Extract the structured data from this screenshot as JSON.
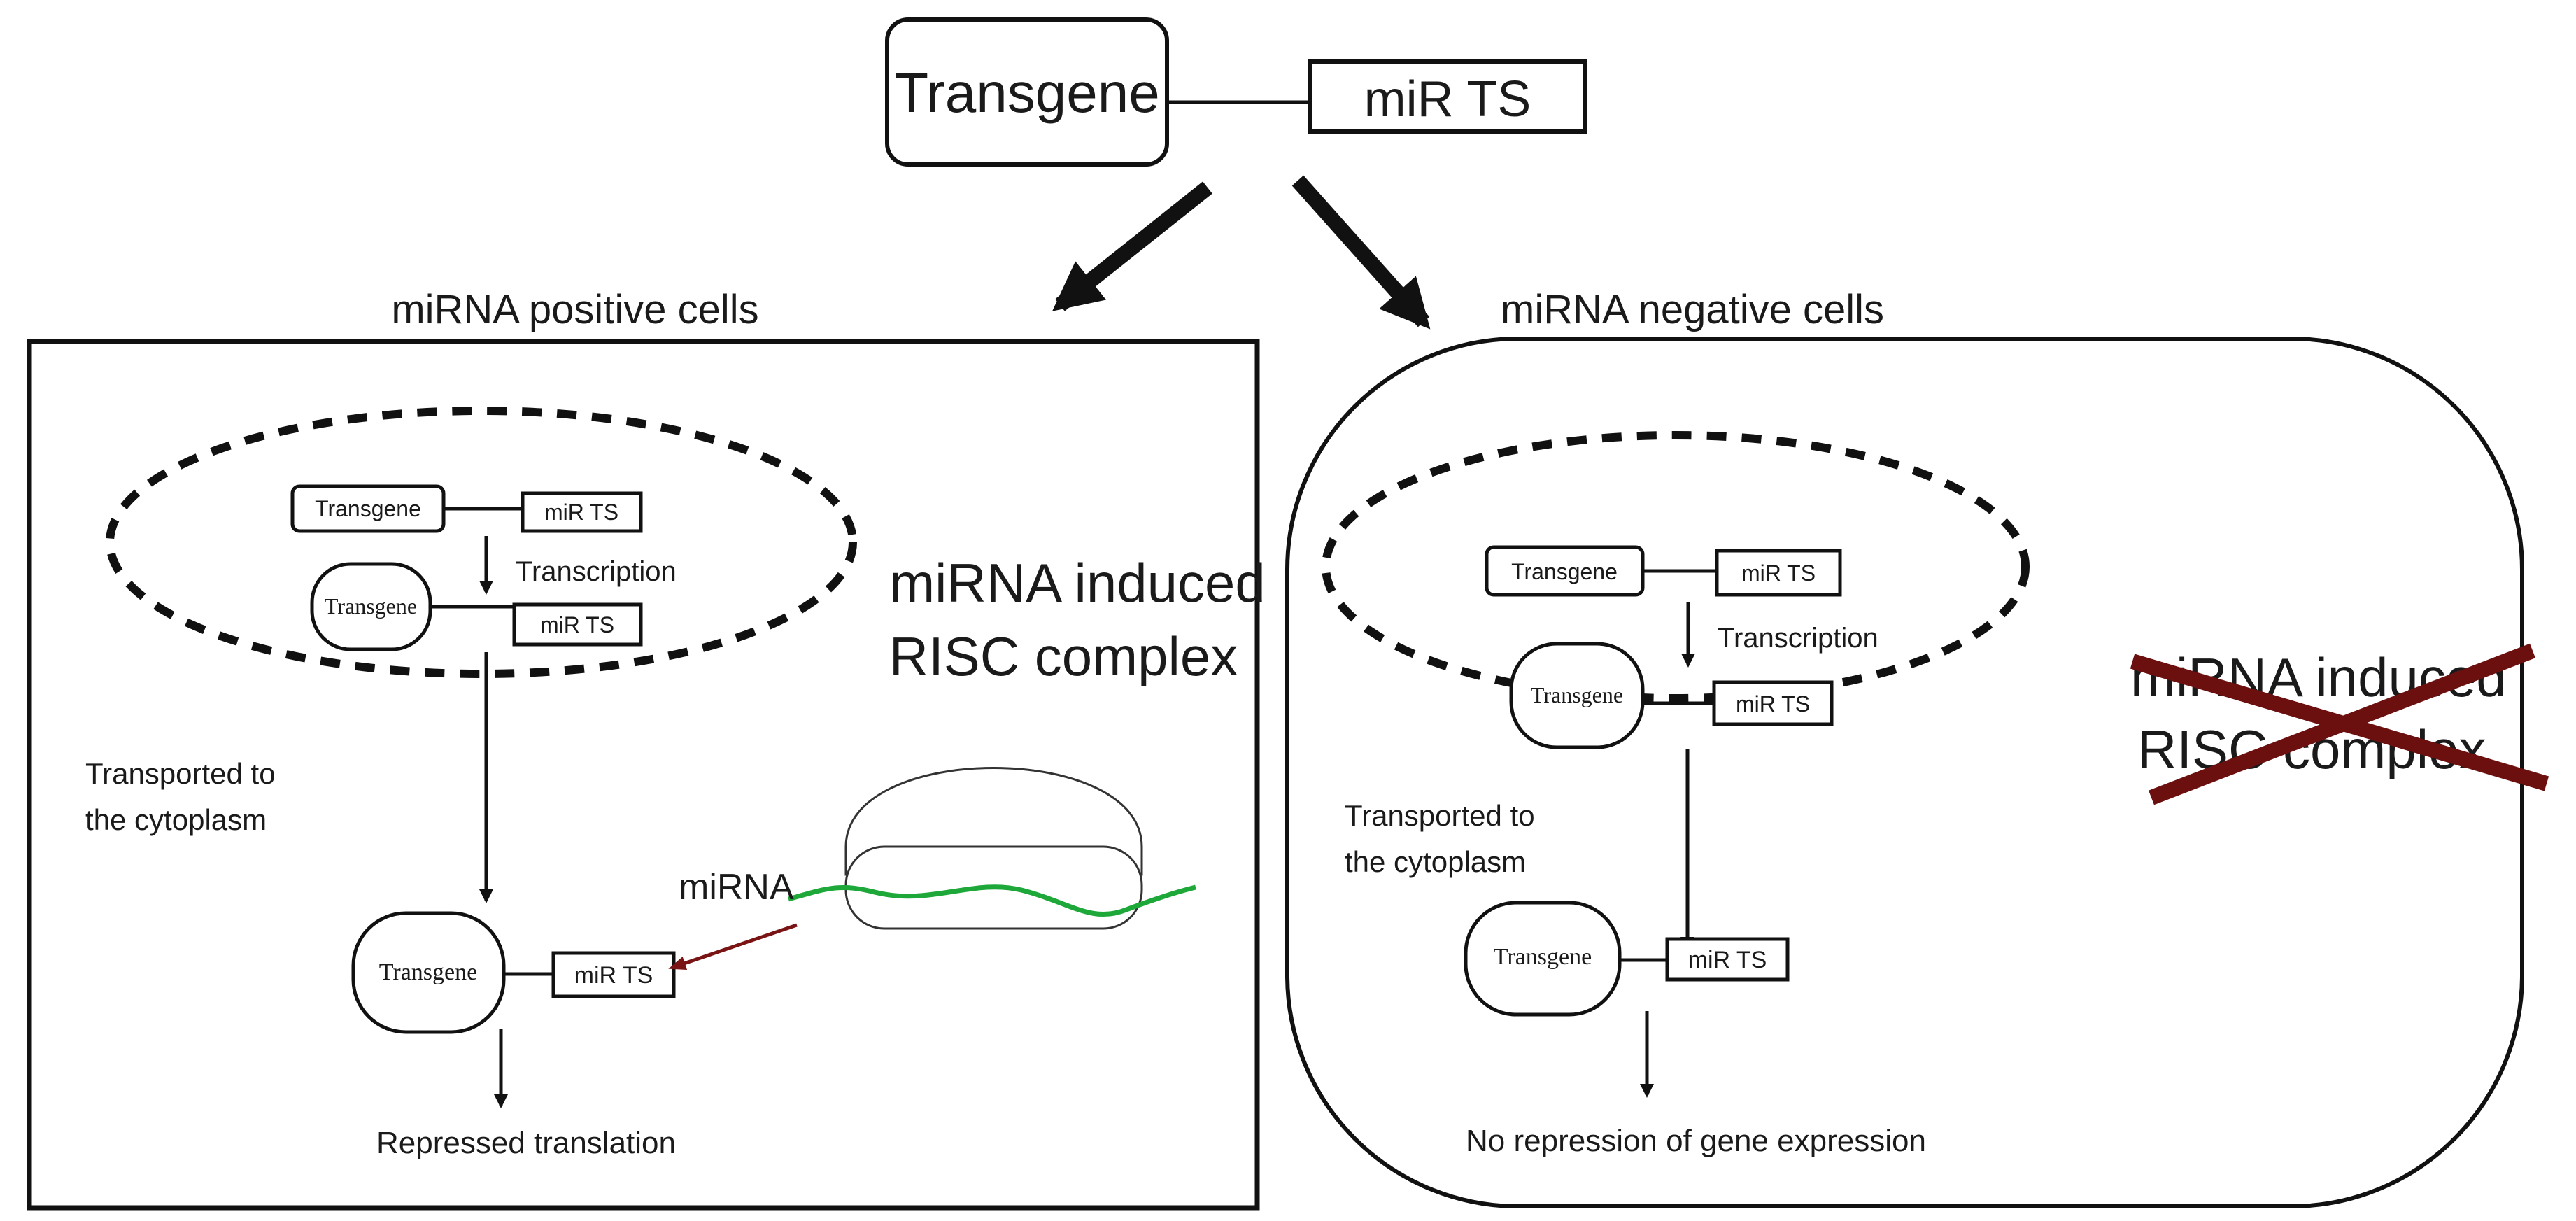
{
  "top": {
    "transgene": "Transgene",
    "mir_ts": "miR TS"
  },
  "positive": {
    "title": "miRNA positive cells",
    "nucleus_transgene": "Transgene",
    "nucleus_mir_ts": "miR TS",
    "transcription": "Transcription",
    "mrna_transgene": "Transgene",
    "mrna_mir_ts": "miR TS",
    "transport_line1": "Transported to",
    "transport_line2": "the cytoplasm",
    "cyto_transgene": "Transgene",
    "cyto_mir_ts": "miR TS",
    "result": "Repressed translation",
    "risc_line1": "miRNA induced",
    "risc_line2": "RISC complex",
    "mirna_label": "miRNA"
  },
  "negative": {
    "title": "miRNA negative cells",
    "nucleus_transgene": "Transgene",
    "nucleus_mir_ts": "miR TS",
    "transcription": "Transcription",
    "mrna_transgene": "Transgene",
    "mrna_mir_ts": "miR TS",
    "transport_line1": "Transported to",
    "transport_line2": "the cytoplasm",
    "cyto_transgene": "Transgene",
    "cyto_mir_ts": "miR TS",
    "result": "No repression of gene expression",
    "risc_line1": "miRNA induced",
    "risc_line2": "RISC complex"
  },
  "colors": {
    "mirna": "#1fa83a",
    "inhibit_arrow": "#7a1414",
    "cross": "#6b0f0f"
  }
}
